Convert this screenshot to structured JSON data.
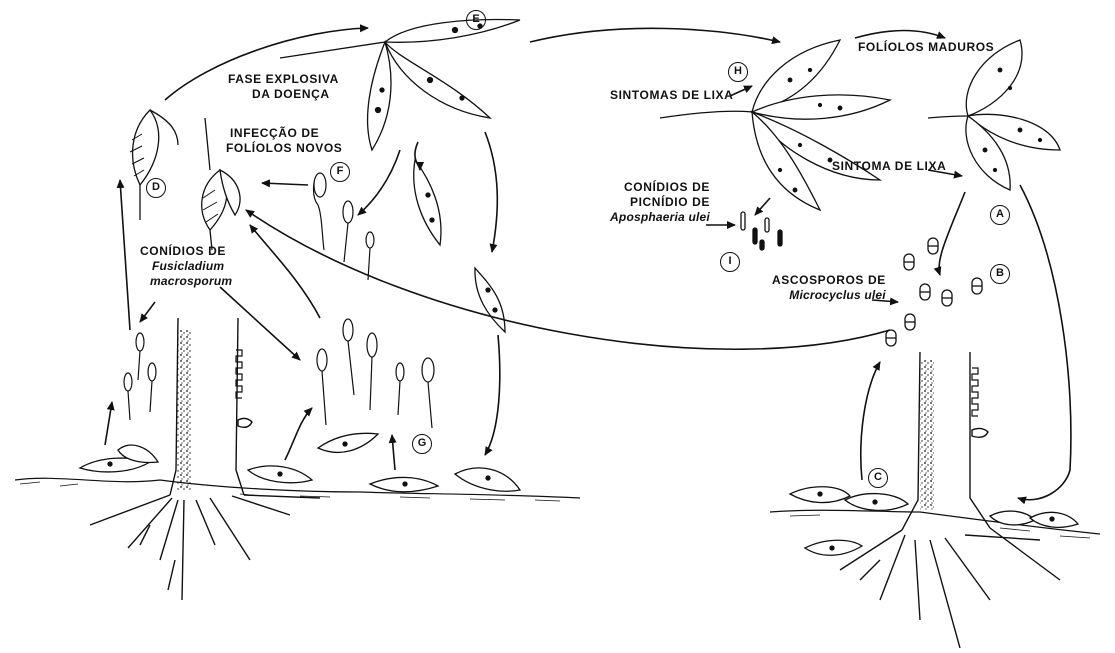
{
  "labels": {
    "fase_explosiva_1": "FASE EXPLOSIVA",
    "fase_explosiva_2": "DA DOENÇA",
    "infeccao_1": "INFECÇÃO DE",
    "infeccao_2": "FOLÍOLOS NOVOS",
    "conidios_fusi_1": "CONÍDIOS DE",
    "conidios_fusi_2": "Fusicladium",
    "conidios_fusi_3": "macrosporum",
    "foliolos_maduros": "FOLÍOLOS MADUROS",
    "sintomas_lixa": "SINTOMAS DE LIXA",
    "sintoma_lixa": "SINTOMA DE LIXA",
    "conidios_picn_1": "CONÍDIOS DE",
    "conidios_picn_2": "PICNÍDIO DE",
    "conidios_picn_3": "Aposphaeria ulei",
    "ascosporos_1": "ASCOSPOROS DE",
    "ascosporos_2": "Microcyclus ulei"
  },
  "stages": [
    "A",
    "B",
    "C",
    "D",
    "E",
    "F",
    "G",
    "H",
    "I"
  ],
  "colors": {
    "ink": "#111111",
    "background": "#ffffff"
  }
}
